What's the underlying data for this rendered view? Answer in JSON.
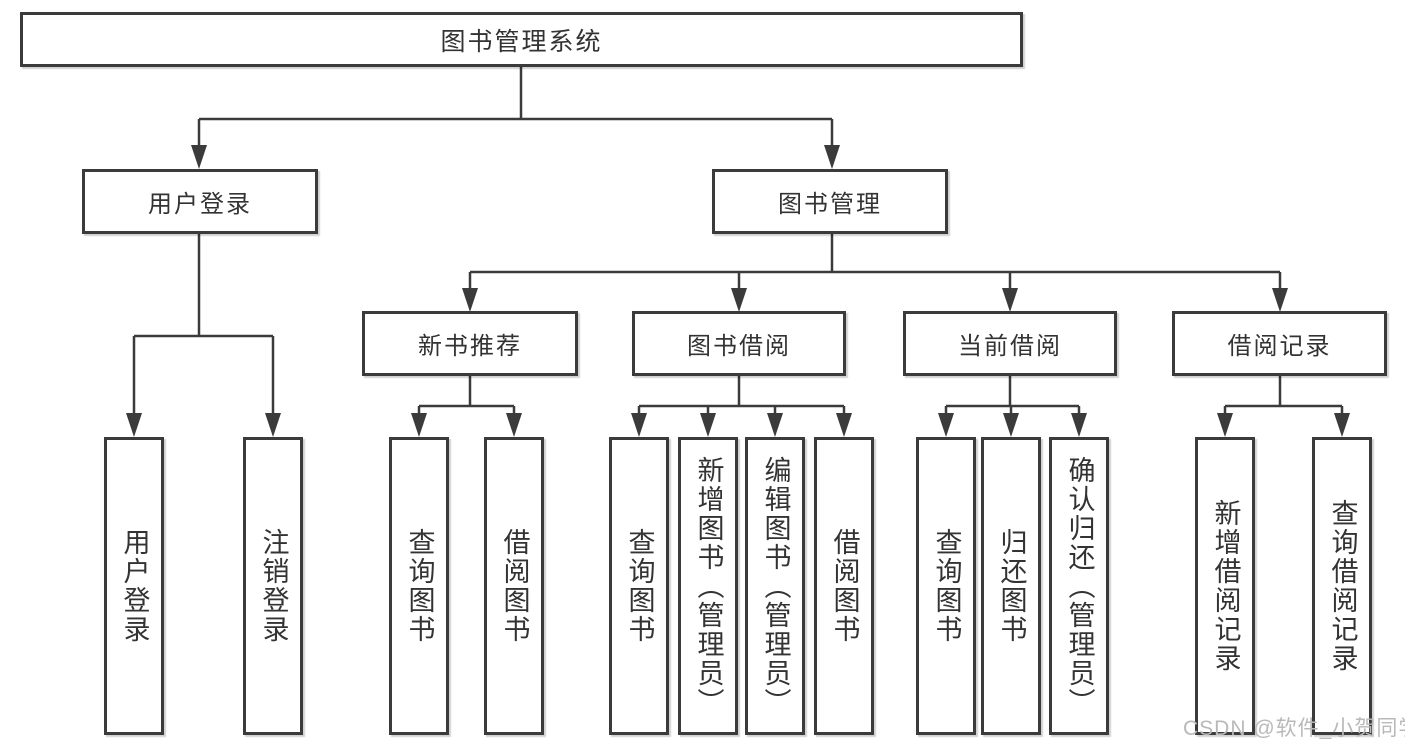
{
  "diagram_type": "hierarchy-tree",
  "colors": {
    "line": "#3b3b3b",
    "box_border": "#3b3b3b",
    "text": "#333333",
    "background": "#ffffff",
    "watermark_text": "#b9b9b9"
  },
  "watermark": "CSDN @软件_小贺同学",
  "tree": {
    "label": "图书管理系统",
    "children": [
      {
        "label": "用户登录",
        "children": [
          {
            "label": "用户登录"
          },
          {
            "label": "注销登录"
          }
        ]
      },
      {
        "label": "图书管理",
        "children": [
          {
            "label": "新书推荐",
            "children": [
              {
                "label": "查询图书"
              },
              {
                "label": "借阅图书"
              }
            ]
          },
          {
            "label": "图书借阅",
            "children": [
              {
                "label": "查询图书"
              },
              {
                "label": "新增图书（管理员）"
              },
              {
                "label": "编辑图书（管理员）"
              },
              {
                "label": "借阅图书"
              }
            ]
          },
          {
            "label": "当前借阅",
            "children": [
              {
                "label": "查询图书"
              },
              {
                "label": "归还图书"
              },
              {
                "label": "确认归还（管理员）"
              }
            ]
          },
          {
            "label": "借阅记录",
            "children": [
              {
                "label": "新增借阅记录"
              },
              {
                "label": "查询借阅记录"
              }
            ]
          }
        ]
      }
    ]
  }
}
